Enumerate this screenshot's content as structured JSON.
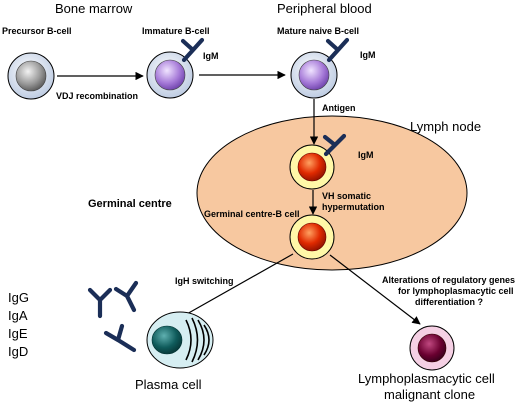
{
  "sections": {
    "bone_marrow": "Bone marrow",
    "peripheral_blood": "Peripheral blood",
    "lymph_node": "Lymph node",
    "germinal_centre": "Germinal centre"
  },
  "cells": {
    "precursor": "Precursor B-cell",
    "immature": "Immature B-cell",
    "mature_naive": "Mature naive B-cell",
    "germinal_centre_b": "Germinal centre-B cell",
    "plasma": "Plasma cell",
    "lympho_line1": "Lymphoplasmacytic cell",
    "lympho_line2": "malignant clone"
  },
  "labels": {
    "igm1": "IgM",
    "igm2": "IgM",
    "igm3": "IgM"
  },
  "processes": {
    "vdj": "VDJ recombination",
    "antigen": "Antigen",
    "vh_line1": "VH somatic",
    "vh_line2": "hypermutation",
    "igh_switching": "IgH switching",
    "alt_line1": "Alterations of regulatory genes",
    "alt_line2": "for lymphoplasmacytic cell",
    "alt_line3": "differentiation ?"
  },
  "isotypes": [
    "IgG",
    "IgA",
    "IgE",
    "IgD"
  ],
  "colors": {
    "lymph_node_fill": "#f7c8a0",
    "antibody": "#1b2e57",
    "precursor_nucleus": "#8a8a8a",
    "immature_nucleus": "#a67ad8",
    "gc_nucleus": "#d01a00",
    "gc_ring": "#fff8a8",
    "plasma_nucleus": "#0f5b5b",
    "plasma_cyto": "#d6eef2",
    "lympho_nucleus": "#6a0030",
    "lympho_cyto": "#f5d0e4"
  }
}
